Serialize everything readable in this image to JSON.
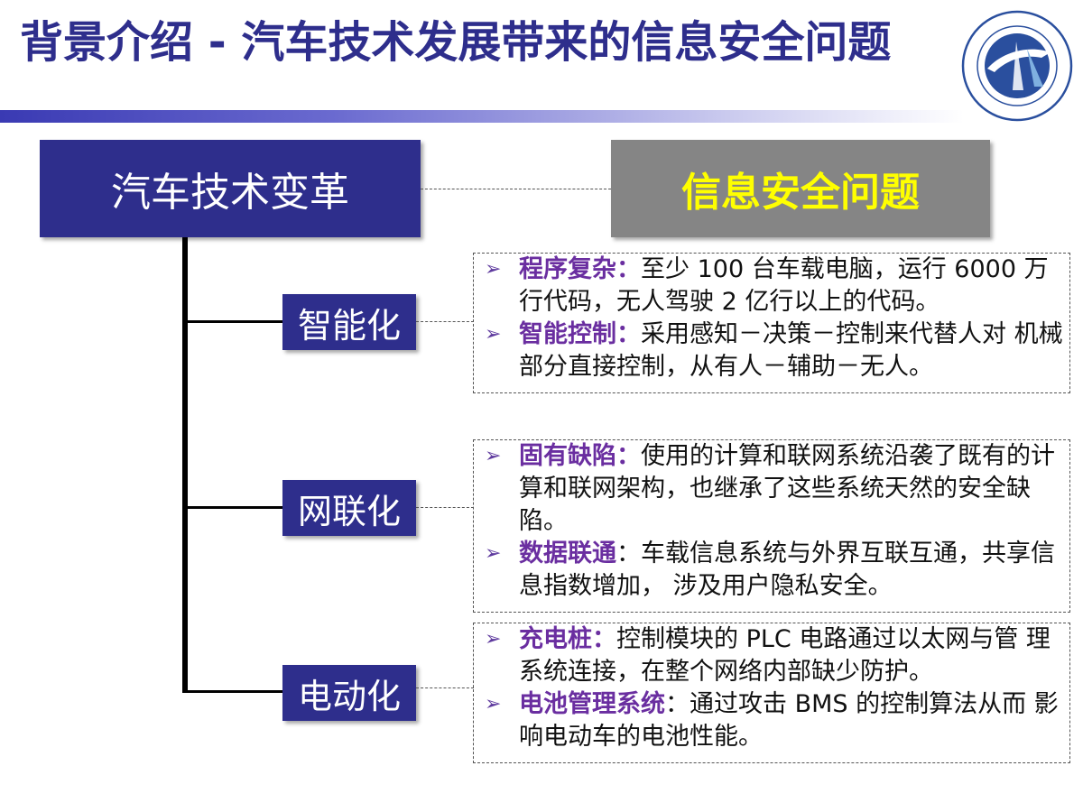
{
  "header": {
    "title_bold": "背景介绍",
    "title_sep": " - ",
    "title_rest": "汽车技术发展带来的信息安全问题"
  },
  "main_box": {
    "label": "汽车技术变革"
  },
  "issue_box": {
    "label": "信息安全问题"
  },
  "categories": [
    {
      "label": "智能化"
    },
    {
      "label": "网联化"
    },
    {
      "label": "电动化"
    }
  ],
  "details": [
    [
      {
        "keyword": "程序复杂：",
        "text": "至少 100 台车载电脑，运行 6000 万 行代码，无人驾驶 2 亿行以上的代码。"
      },
      {
        "keyword": "智能控制：",
        "text": "采用感知－决策－控制来代替人对 机械部分直接控制，从有人－辅助－无人。"
      }
    ],
    [
      {
        "keyword": "固有缺陷：",
        "text": "使用的计算和联网系统沿袭了既有的计算和联网架构，也继承了这些系统天然的安全缺陷。"
      },
      {
        "keyword": "数据联通",
        "text": "：车载信息系统与外界互联互通，共享信息指数增加， 涉及用户隐私安全。"
      }
    ],
    [
      {
        "keyword": "充电桩：",
        "text": "控制模块的 PLC 电路通过以太网与管 理系统连接，在整个网络内部缺少防护。"
      },
      {
        "keyword": "电池管理系统",
        "text": "：通过攻击 BMS 的控制算法从而 影响电动车的电池性能。"
      }
    ]
  ],
  "colors": {
    "primary": "#2e2e8c",
    "issue_bg": "#858585",
    "issue_text": "#ffff00",
    "keyword": "#6a2ea0"
  },
  "icons": {
    "bullet": "arrow-bullet-icon",
    "logo": "university-logo"
  }
}
